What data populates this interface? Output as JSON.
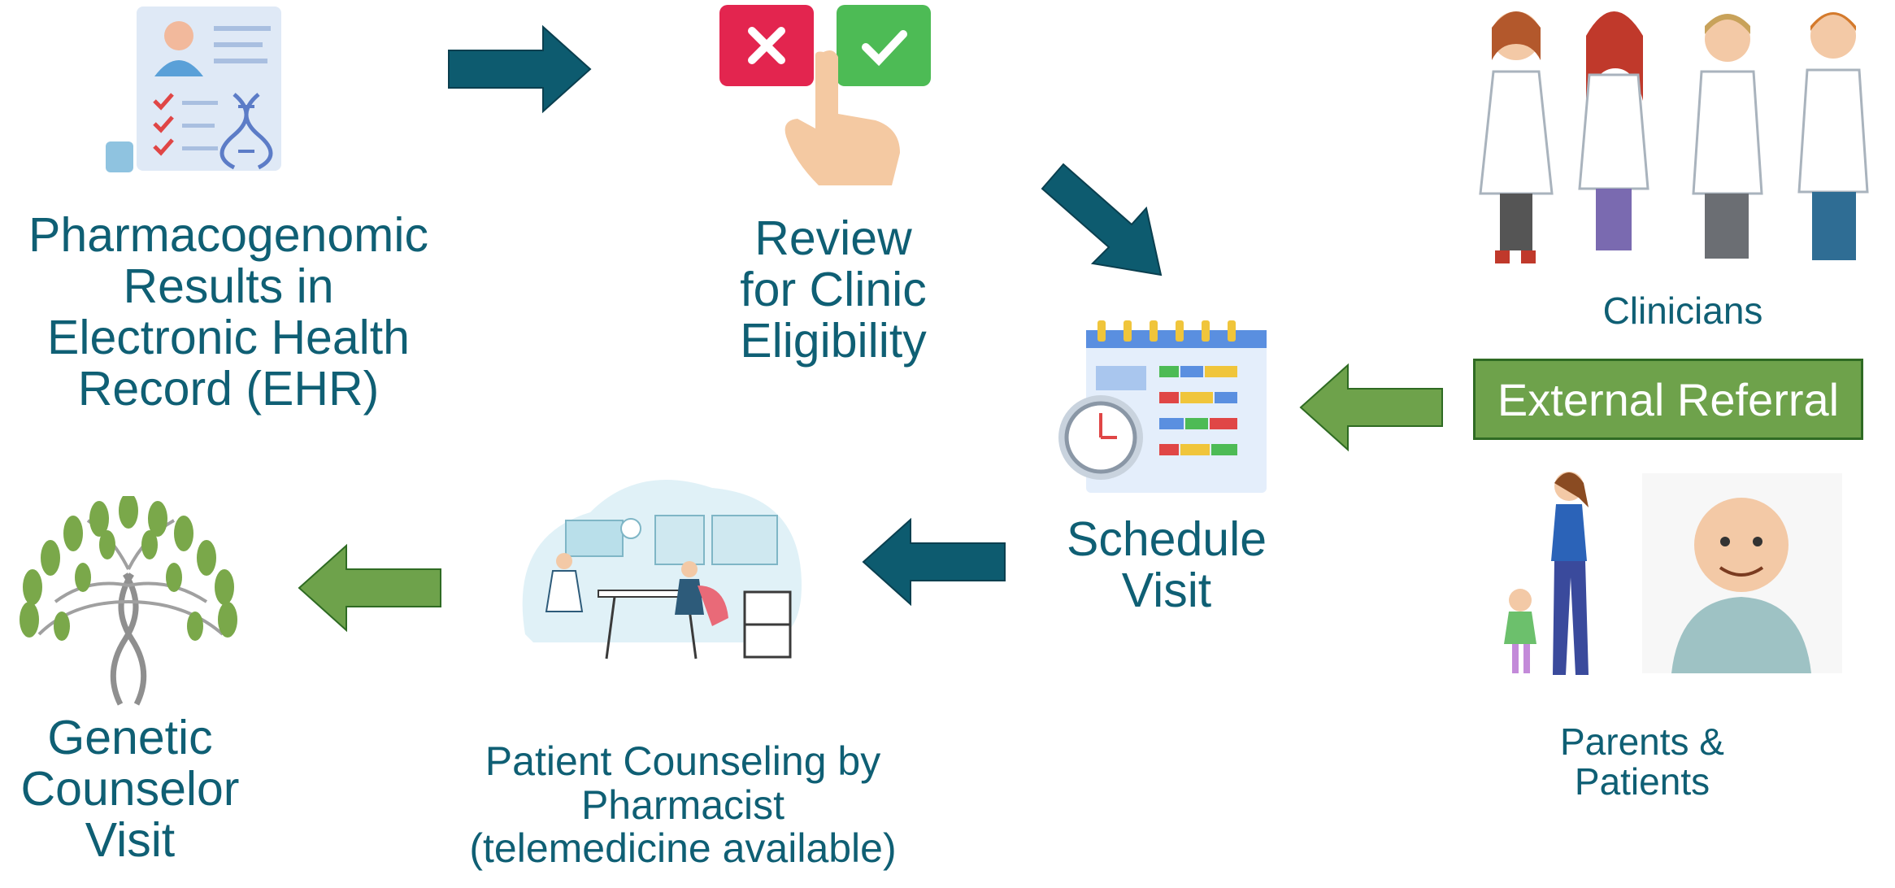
{
  "steps": {
    "ehr": {
      "label": "Pharmacogenomic\nResults in\nElectronic Health\nRecord (EHR)",
      "icon": "genomic-report-icon"
    },
    "review": {
      "label": "Review\nfor Clinic\nEligibility",
      "icon": "approve-reject-hand-icon"
    },
    "schedule": {
      "label": "Schedule\nVisit",
      "icon": "calendar-clock-icon"
    },
    "counseling": {
      "label": "Patient Counseling by\nPharmacist\n(telemedicine available)",
      "icon": "telemedicine-consult-icon"
    },
    "genetic": {
      "label": "Genetic\nCounselor\nVisit",
      "icon": "dna-tree-icon"
    }
  },
  "referral": {
    "box_label": "External Referral",
    "clinicians_label": "Clinicians",
    "patients_label": "Parents &\nPatients"
  },
  "colors": {
    "text": "#0f5f74",
    "teal_arrow": "#0d5b6f",
    "green_arrow": "#6ea24b",
    "green_box": "#6ea24b",
    "green_border": "#2f6b23"
  }
}
